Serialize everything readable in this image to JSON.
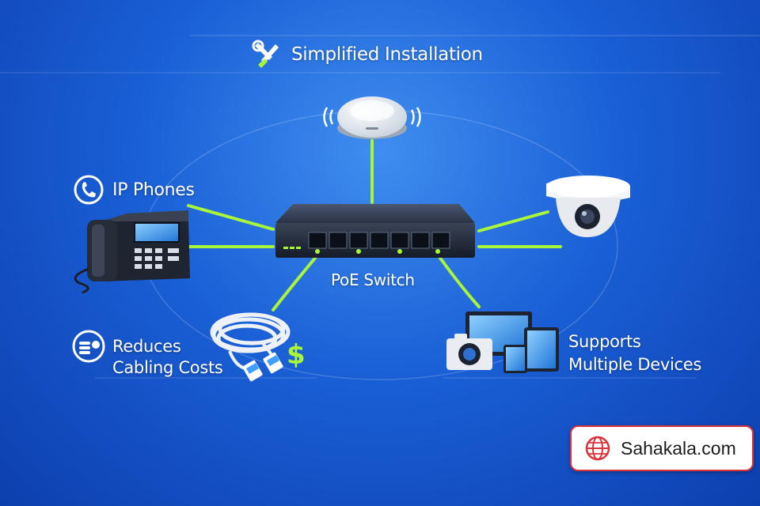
{
  "title": "Simplified Installation",
  "center_label": "PoE Switch",
  "nodes": {
    "phones": "IP Phones",
    "cabling_line1": "Reduces",
    "cabling_line2": "Cabling Costs",
    "devices_line1": "Supports",
    "devices_line2": "Multiple Devices",
    "cost_symbol": "$"
  },
  "brand": "Sahakala.com",
  "colors": {
    "link": "#a8f53a",
    "brand_border": "#d9333c",
    "background": "#1a5fd6"
  },
  "icons": [
    "tools-icon",
    "phone-icon",
    "coins-icon",
    "globe-icon"
  ]
}
